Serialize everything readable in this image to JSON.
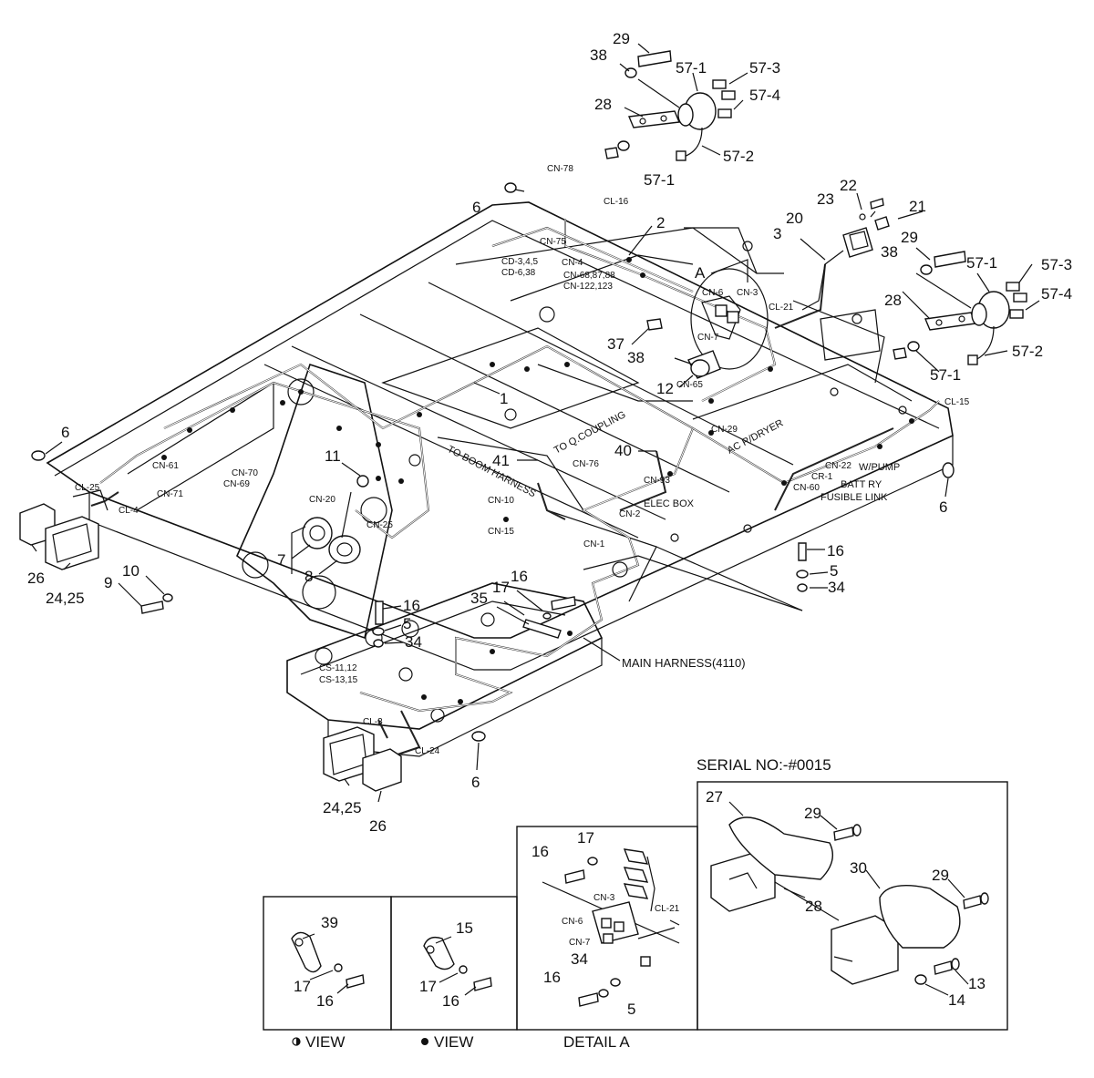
{
  "callouts": {
    "c29a": "29",
    "c38a": "38",
    "c57_1a": "57-1",
    "c57_3a": "57-3",
    "c57_4a": "57-4",
    "c28a": "28",
    "c57_2a": "57-2",
    "c57_1b": "57-1",
    "c6a": "6",
    "c2": "2",
    "c22": "22",
    "c23": "23",
    "c21": "21",
    "c20": "20",
    "c3": "3",
    "cA": "A",
    "c29b": "29",
    "c38b": "38",
    "c57_1c": "57-1",
    "c57_3b": "57-3",
    "c57_4b": "57-4",
    "c28b": "28",
    "c57_2b": "57-2",
    "c57_1d": "57-1",
    "c37": "37",
    "c38c": "38",
    "c12": "12",
    "c1": "1",
    "c6b": "6",
    "c11": "11",
    "c41": "41",
    "c40": "40",
    "c6c": "6",
    "c7": "7",
    "c8": "8",
    "c26a": "26",
    "c24_25a": "24,25",
    "c9": "9",
    "c10": "10",
    "c16a": "16",
    "c5a": "5",
    "c34a": "34",
    "c17a": "17",
    "c16b": "16",
    "c35": "35",
    "c16c": "16",
    "c5b": "5",
    "c34b": "34",
    "c6d": "6",
    "c24_25b": "24,25",
    "c26b": "26"
  },
  "connectors": {
    "cn78": "CN-78",
    "cl16": "CL-16",
    "cn75": "CN-75",
    "cn4": "CN-4",
    "cd345": "CD-3,4,5",
    "cd638": "CD-6,38",
    "cn68": "CN-68,87,88",
    "cn122": "CN-122,123",
    "cn6top": "CN-6",
    "cn3top": "CN-3",
    "cl21top": "CL-21",
    "cn7top": "CN-7",
    "cn65": "CN-65",
    "cn29": "CN-29",
    "cl15": "CL-15",
    "cn22": "CN-22",
    "cr1": "CR-1",
    "cn60": "CN-60",
    "cn93": "CN-93",
    "cn76": "CN-76",
    "cn2": "CN-2",
    "cn1": "CN-1",
    "cn10": "CN-10",
    "cn15": "CN-15",
    "cn20": "CN-20",
    "cn25": "CN-25",
    "cn61": "CN-61",
    "cn70": "CN-70",
    "cn69": "CN-69",
    "cn71": "CN-71",
    "cl25": "CL-25",
    "cl4": "CL-4",
    "cs1112": "CS-11,12",
    "cs1315": "CS-13,15",
    "cl3": "CL-3",
    "cl24": "CL-24"
  },
  "annotations": {
    "to_boom": "TO BOOM HARNESS",
    "to_qcoupling": "TO Q.COUPLING",
    "ac_dryer": "AC R/DRYER",
    "w_pump": "W/PUMP",
    "battery": "BATT RY",
    "fusible": "FUSIBLE LINK",
    "elec_box": "ELEC BOX",
    "main_harness": "MAIN HARNESS(4110)"
  },
  "serial_box": {
    "title": "SERIAL NO:-#0015",
    "c27": "27",
    "c29a": "29",
    "c28": "28",
    "c30": "30",
    "c29b": "29",
    "c13": "13",
    "c14": "14"
  },
  "detail_a": {
    "caption": "DETAIL A",
    "c17": "17",
    "c16a": "16",
    "cn3": "CN-3",
    "cn6": "CN-6",
    "cn7": "CN-7",
    "cl21": "CL-21",
    "c34": "34",
    "c16b": "16",
    "c5": "5"
  },
  "view_half": {
    "caption": "VIEW",
    "c39": "39",
    "c17": "17",
    "c16": "16"
  },
  "view_full": {
    "caption": "VIEW",
    "c15": "15",
    "c17": "17",
    "c16": "16"
  }
}
